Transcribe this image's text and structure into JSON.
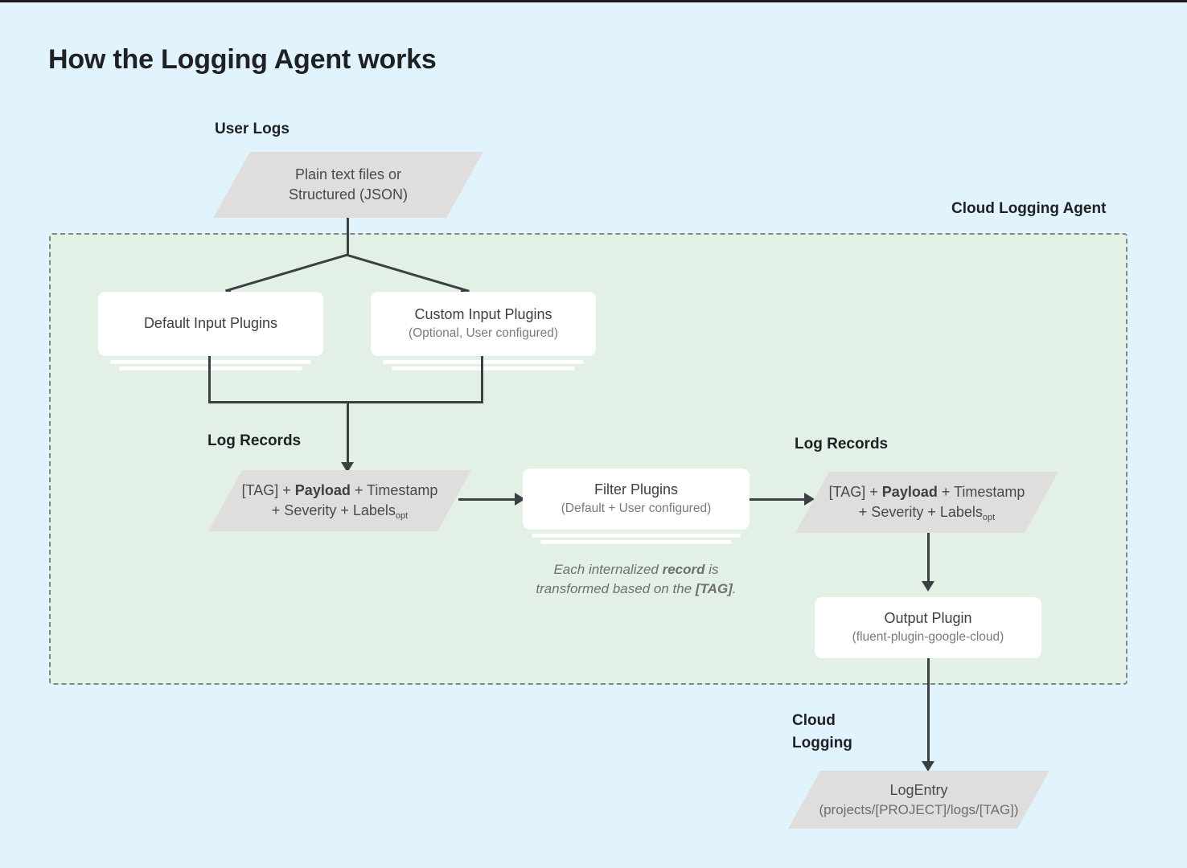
{
  "page": {
    "title": "How the Logging Agent works",
    "background_color": "#e1f3fd",
    "agent_panel_color": "#e2f0e6",
    "parallelogram_color": "#e0dedc",
    "card_color": "#ffffff",
    "connector_color": "#3c4043"
  },
  "labels": {
    "user_logs": "User Logs",
    "cloud_logging_agent": "Cloud Logging Agent",
    "log_records_left": "Log Records",
    "log_records_right": "Log Records",
    "cloud_logging_line1": "Cloud",
    "cloud_logging_line2": "Logging"
  },
  "nodes": {
    "user_logs_source": {
      "line1": "Plain text files or",
      "line2": "Structured (JSON)"
    },
    "default_input_plugins": {
      "title": "Default Input Plugins",
      "sub": ""
    },
    "custom_input_plugins": {
      "title": "Custom Input Plugins",
      "sub": "(Optional, User configured)"
    },
    "log_record_left": {
      "tag": "[TAG]",
      "plus1": " + ",
      "payload": "Payload",
      "rest1": " + Timestamp",
      "rest2": "+ Severity + Labels",
      "subscript": "opt"
    },
    "filter_plugins": {
      "title": "Filter Plugins",
      "sub": "(Default + User configured)"
    },
    "log_record_right": {
      "tag": "[TAG]",
      "plus1": " + ",
      "payload": "Payload",
      "rest1": " + Timestamp",
      "rest2": "+ Severity + Labels",
      "subscript": "opt"
    },
    "output_plugin": {
      "title": "Output Plugin",
      "sub": "(fluent-plugin-google-cloud)"
    },
    "log_entry": {
      "title": "LogEntry",
      "sub": "(projects/[PROJECT]/logs/[TAG])"
    }
  },
  "annotations": {
    "transform_note_line1_a": "Each internalized ",
    "transform_note_line1_b": "record",
    "transform_note_line1_c": " is",
    "transform_note_line2_a": "transformed based on the ",
    "transform_note_line2_b": "[TAG]",
    "transform_note_line2_c": "."
  }
}
